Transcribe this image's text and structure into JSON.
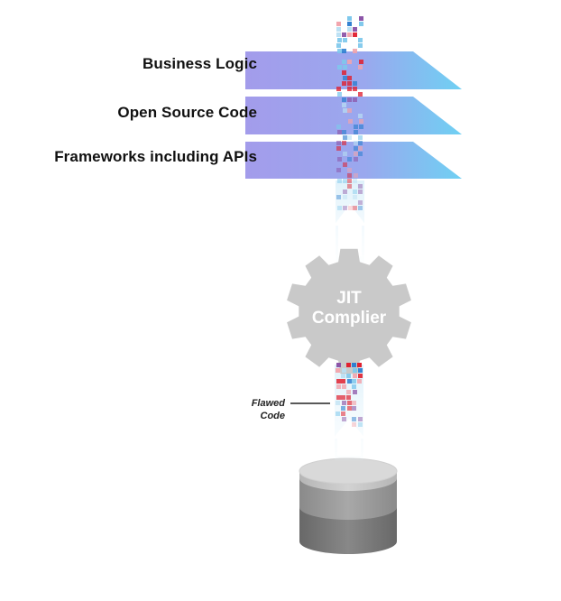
{
  "diagram": {
    "layers": [
      {
        "label": "Business Logic"
      },
      {
        "label": "Open Source Code"
      },
      {
        "label": "Frameworks including APIs"
      }
    ],
    "compiler": {
      "line1": "JIT",
      "line2": "Complier"
    },
    "flawed": {
      "line1": "Flawed",
      "line2": "Code"
    },
    "colors": {
      "layer_left": "#a39ceb",
      "layer_right": "#6fd0f3",
      "gear": "#c9c9c9",
      "gear_text": "#ffffff",
      "db_top": "#c4c4c4",
      "db_middle": "#9d9d9d",
      "db_bottom": "#7a7a7a",
      "pixel_red": "#e0202f",
      "pixel_blue": "#2f7fd0",
      "pixel_light_blue": "#7ec8ec",
      "pixel_purple": "#8c55a8",
      "arrow": "#ffffff"
    }
  }
}
